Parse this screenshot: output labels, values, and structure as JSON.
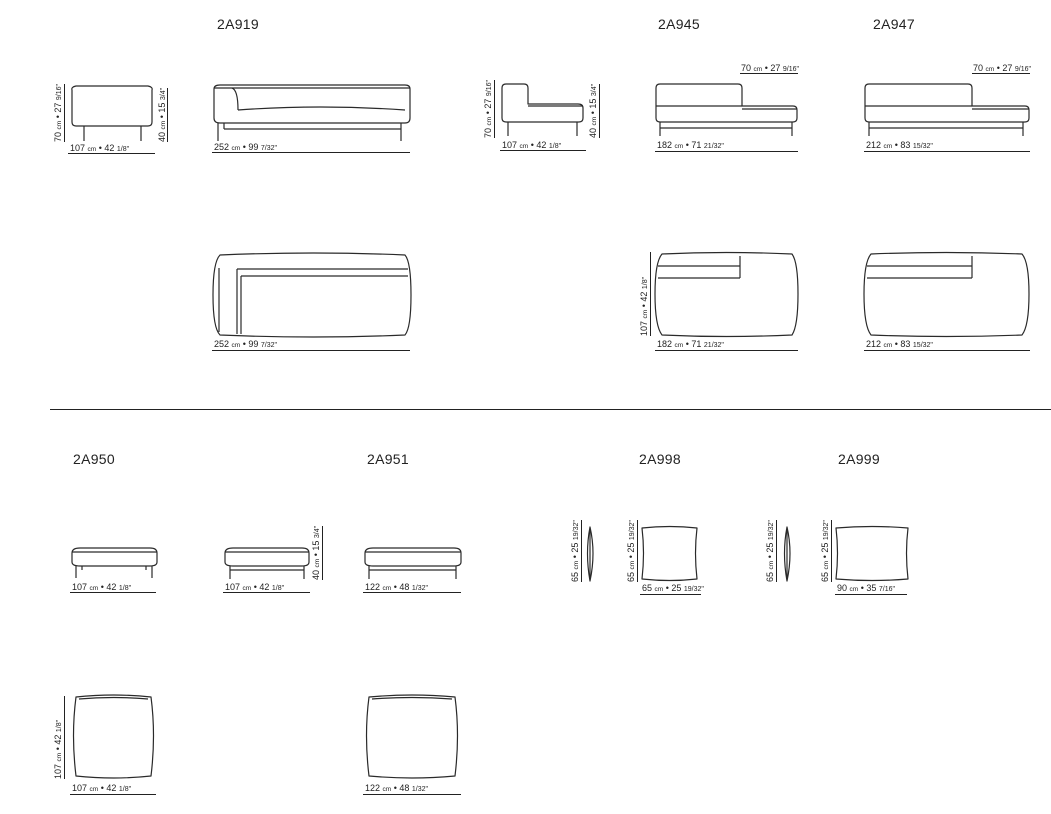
{
  "models": {
    "m919": "2A919",
    "m945": "2A945",
    "m947": "2A947",
    "m950": "2A950",
    "m951": "2A951",
    "m998": "2A998",
    "m999": "2A999"
  },
  "unit": "cm",
  "dims": {
    "d107": {
      "cm": "107",
      "in": "42",
      "frac": "1/8\""
    },
    "d252": {
      "cm": "252",
      "in": "99",
      "frac": "7/32\""
    },
    "d182": {
      "cm": "182",
      "in": "71",
      "frac": "21/32\""
    },
    "d212": {
      "cm": "212",
      "in": "83",
      "frac": "15/32\""
    },
    "d70": {
      "cm": "70",
      "in": "27",
      "frac": "9/16\""
    },
    "d40": {
      "cm": "40",
      "in": "15",
      "frac": "3/4\""
    },
    "d122": {
      "cm": "122",
      "in": "48",
      "frac": "1/32\""
    },
    "d65": {
      "cm": "65",
      "in": "25",
      "frac": "19/32\""
    },
    "d90": {
      "cm": "90",
      "in": "35",
      "frac": "7/16\""
    }
  }
}
